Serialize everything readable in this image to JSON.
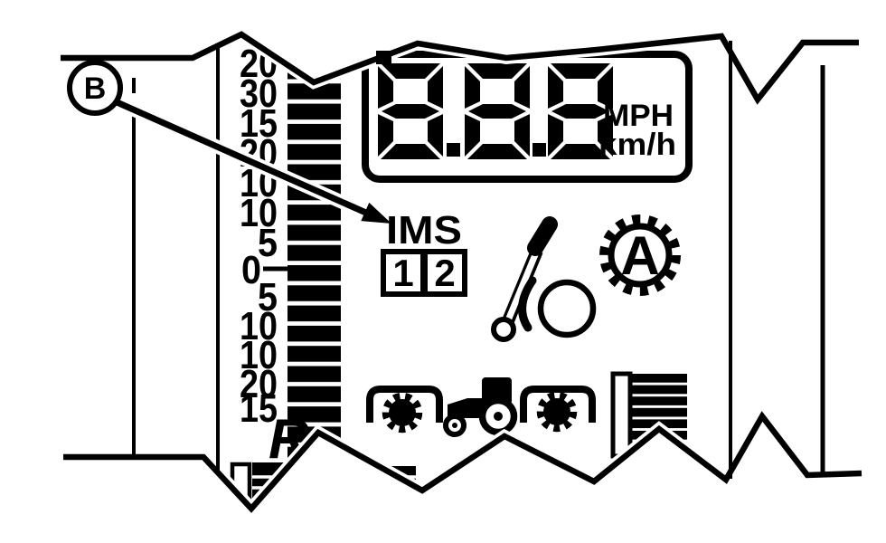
{
  "callout": {
    "label": "B"
  },
  "display": {
    "value": "8.8.8",
    "digits": [
      "8",
      "8",
      "8"
    ],
    "unit_top": "MPH",
    "unit_bottom": "km/h"
  },
  "ims": {
    "label": "IMS",
    "box1": "1",
    "box2": "2"
  },
  "gear_auto": {
    "label": "A"
  },
  "scale": {
    "labels": [
      "20",
      "30",
      "15",
      "20",
      "10",
      "10",
      "5",
      "0",
      "5",
      "10",
      "10",
      "20",
      "15"
    ],
    "reverse": "R"
  },
  "colors": {
    "ink": "#000000",
    "paper": "#ffffff"
  }
}
